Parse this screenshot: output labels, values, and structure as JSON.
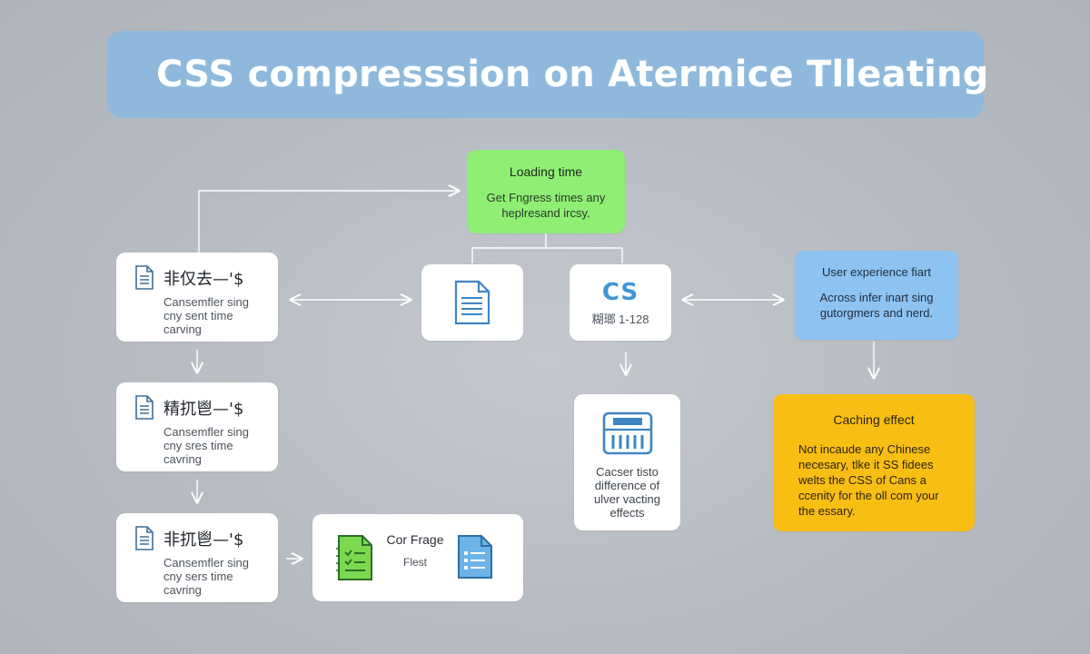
{
  "title": "CSS compresssion on Atermice Tlleating",
  "colors": {
    "background": "#b8bdc3",
    "title_banner": "#8fb9dc",
    "green": "#8fee74",
    "blue": "#8ec2f0",
    "yellow": "#f9be13",
    "icon_blue": "#3e97d6",
    "icon_green": "#7bd94f",
    "connector": "#ffffff"
  },
  "left_cards": [
    {
      "icon": "document-icon",
      "label": "非仅去—'$",
      "lines": [
        "Cansemfler sing",
        "cny sent time",
        "carving"
      ]
    },
    {
      "icon": "document-icon",
      "label": "精扤鬯—'$",
      "lines": [
        "Cansemfler sing",
        "cny sres time",
        "cavring"
      ]
    },
    {
      "icon": "document-icon",
      "label": "非扤鬯—'$",
      "lines": [
        "Cansemfler sing",
        "cny sers time",
        "cavring"
      ]
    }
  ],
  "loading": {
    "title": "Loading time",
    "lines": [
      "Get Fngress times any",
      "heplresand ircsy."
    ]
  },
  "doc_card": {
    "icon": "document-icon"
  },
  "css_card": {
    "logo": "CS",
    "sub": "糊瑯 1-128"
  },
  "cache_card": {
    "icon": "server-icon",
    "lines": [
      "Cacser tisto",
      "difference of",
      "ulver vacting",
      "effects"
    ]
  },
  "frage_card": {
    "title": "Cor Frage",
    "sub": "Flest",
    "left_icon": "green-file-icon",
    "right_icon": "blue-file-icon"
  },
  "ux_card": {
    "title": "User experience fiart",
    "lines": [
      "Across infer inart sing",
      "gutorgmers and nerd."
    ]
  },
  "caching_effect": {
    "title": "Caching effect",
    "lines": [
      "Not incaude any Chinese",
      "necesary, tlke it SS fidees",
      "welts the CSS of Cans a",
      "ccenity for the oll com your",
      "the essary."
    ]
  }
}
